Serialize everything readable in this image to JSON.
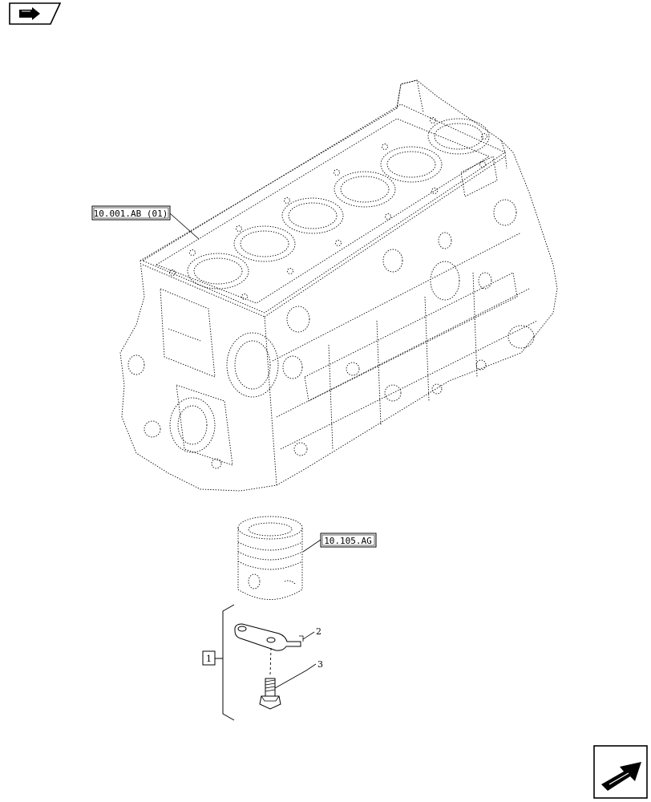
{
  "references": {
    "engine_block": "10.001.AB (01)",
    "piston": "10.105.AG"
  },
  "callouts": {
    "group": "1",
    "bracket": "2",
    "bolt": "3"
  },
  "icons": {
    "top_left": "back-nav-icon",
    "bottom_right": "next-page-icon"
  }
}
